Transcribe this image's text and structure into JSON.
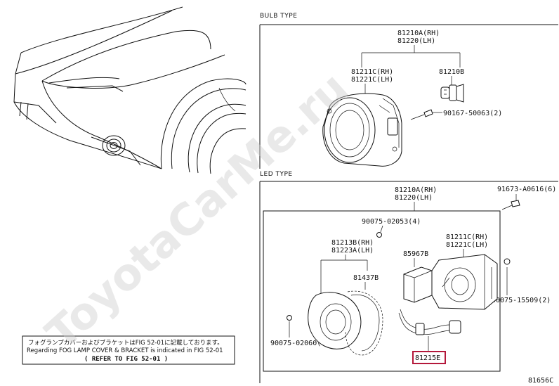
{
  "sections": {
    "bulb": {
      "title": "BULB TYPE",
      "labels": {
        "housing_rh": "81210A(RH)",
        "housing_lh": "81220(LH)",
        "unit_rh": "81211C(RH)",
        "unit_lh": "81221C(LH)",
        "bulb": "81210B",
        "screw": "90167-50063(2)"
      }
    },
    "led": {
      "title": "LED TYPE",
      "labels": {
        "housing_rh": "81210A(RH)",
        "housing_lh": "81220(LH)",
        "bolt_top": "91673-A0616(6)",
        "screw_top": "90075-02053(4)",
        "cover_rh": "81213B(RH)",
        "cover_lh": "81223A(LH)",
        "gasket": "81437B",
        "module": "85967B",
        "unit_rh": "81211C(RH)",
        "unit_lh": "81221C(LH)",
        "screw_right": "90075-15509(2)",
        "screw_left": "90075-02060(2)",
        "harness": "81215E"
      }
    }
  },
  "note": {
    "line_jp": "フォグランプカバーおよびブラケットはFIG 52-01に記載しております。",
    "line_en": "Regarding FOG LAMP COVER & BRACKET is indicated in FIG 52-01",
    "line_ref": "( REFER TO FIG 52-01 )"
  },
  "watermark": "ToyotaCarMe.ru",
  "code": "81656C",
  "colors": {
    "highlight": "#b4183b",
    "line": "#111111"
  }
}
